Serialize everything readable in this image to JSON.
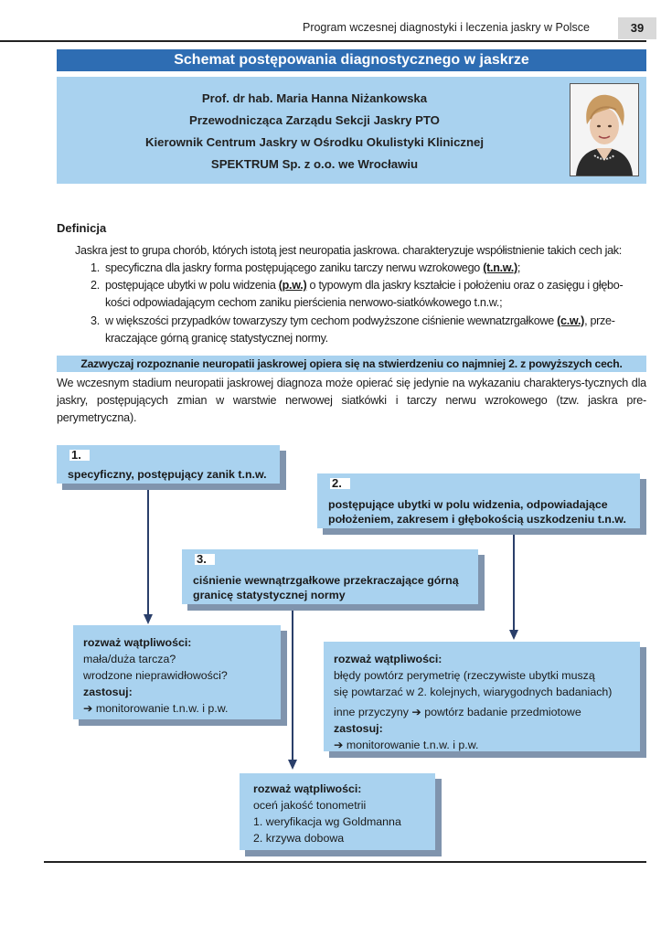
{
  "header": {
    "running_title": "Program wczesnej diagnostyki i leczenia jaskry w Polsce",
    "page_number": "39"
  },
  "title": "Schemat postępowania diagnostycznego w jaskrze",
  "author": {
    "lines": [
      "Prof. dr hab. Maria Hanna Niżankowska",
      "Przewodnicząca Zarządu Sekcji Jaskry PTO",
      "Kierownik Centrum Jaskry w Ośrodku Okulistyki Klinicznej",
      "SPEKTRUM Sp. z o.o. we Wrocławiu"
    ]
  },
  "definition": {
    "heading": "Definicja",
    "intro": "Jaskra jest to grupa chorób, których istotą jest neuropatia jaskrowa. charakteryzuje  współistnienie takich cech jak:",
    "items": [
      {
        "num": "1.",
        "pre": "specyficzna dla jaskry forma postępującego zaniku tarczy nerwu wzrokowego ",
        "abbr": "(t.n.w.)",
        "post": ";"
      },
      {
        "num": "2.",
        "pre": "postępujące ubytki w polu widzenia ",
        "abbr": "(p.w.)",
        "post": " o typowym dla jaskry kształcie i położeniu oraz o zasięgu i głębo-",
        "cont": "kości odpowiadającym cechom zaniku pierścienia nerwowo-siatkówkowego t.n.w.;"
      },
      {
        "num": "3.",
        "pre": "w większości przypadków towarzyszy tym cechom podwyższone ciśnienie wewnatzrgałkowe ",
        "abbr": "(c.w.)",
        "post": ", prze-",
        "cont": "kraczające górną granicę statystycznej normy."
      }
    ]
  },
  "highlight": "Zazwyczaj rozpoznanie neuropatii jaskrowej  opiera się na stwierdzeniu co najmniej 2. z powyższych cech.",
  "early_paragraph": "We wczesnym stadium neuropatii jaskrowej diagnoza może opierać się jedynie na wykazaniu charakterys-tycznych dla jaskry, postępujących zmian w  warstwie nerwowej siatkówki i  tarczy nerwu wzrokowego (tzw. jaskra pre-perymetryczna).",
  "flow": {
    "box1": {
      "badge": "1.",
      "text": "specyficzny, postępujący zanik t.n.w."
    },
    "box2": {
      "badge": "2.",
      "line1": "postępujące ubytki w polu widzenia, odpowiadające",
      "line2": "położeniem, zakresem i głębokością uszkodzeniu t.n.w."
    },
    "box3": {
      "badge": "3.",
      "line1": "ciśnienie wewnątrzgałkowe przekraczające górną",
      "line2": "granicę  statystycznej normy"
    },
    "doubt1": {
      "heading": "rozważ wątpliwości:",
      "line1": "mała/duża tarcza?",
      "line2": "wrodzone nieprawidłowości?",
      "apply": "zastosuj:",
      "action": "➔ monitorowanie t.n.w.  i  p.w."
    },
    "doubt2": {
      "heading": "rozważ wątpliwości:",
      "line1": "błędy  powtórz perymetrię (rzeczywiste ubytki muszą",
      "line2": "się powtarzać w 2. kolejnych, wiarygodnych badaniach)",
      "line3": "inne przyczyny ➔  powtórz badanie przedmiotowe",
      "apply": " zastosuj:",
      "action": "➔ monitorowanie  t.n.w.  i  p.w."
    },
    "doubt3": {
      "heading": "rozważ wątpliwości:",
      "line1": "oceń jakość tonometrii",
      "line2": "1. weryfikacja wg Goldmanna",
      "line3": "2. krzywa dobowa"
    }
  },
  "colors": {
    "title_bar": "#2e6db3",
    "box_fill": "#a9d2ef",
    "box_shadow": "#8094ad",
    "connector": "#2a3f6a"
  }
}
